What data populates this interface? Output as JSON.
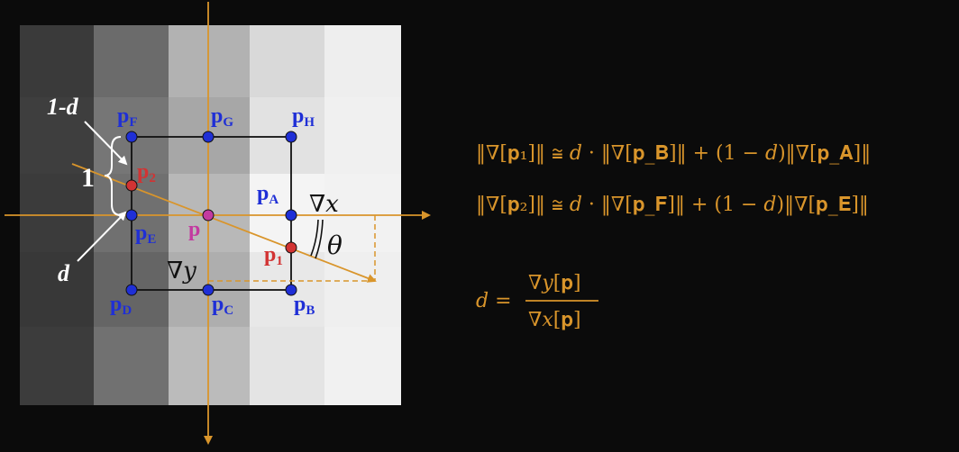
{
  "colors": {
    "accent": "#d9952b",
    "blue": "#1f2fd6",
    "red": "#d23333",
    "magenta": "#c33aa0"
  },
  "diagram": {
    "points": {
      "pF": {
        "base": "p",
        "sub": "F"
      },
      "pG": {
        "base": "p",
        "sub": "G"
      },
      "pH": {
        "base": "p",
        "sub": "H"
      },
      "pA": {
        "base": "p",
        "sub": "A"
      },
      "pE": {
        "base": "p",
        "sub": "E"
      },
      "pD": {
        "base": "p",
        "sub": "D"
      },
      "pC": {
        "base": "p",
        "sub": "C"
      },
      "pB": {
        "base": "p",
        "sub": "B"
      },
      "p1": {
        "base": "p",
        "sub": "1"
      },
      "p2": {
        "base": "p",
        "sub": "2"
      },
      "p": {
        "base": "p",
        "sub": ""
      }
    },
    "labels": {
      "one_minus_d": "1-d",
      "one": "1",
      "d": "d",
      "grad_x": "∇x",
      "grad_y": "∇y",
      "theta": "θ"
    }
  },
  "equations": {
    "eq1": "‖∇[𝐩₁]‖ ≅ 𝑑 · ‖∇[𝐩_𝐁]‖ + (1 − 𝑑)‖∇[𝐩_𝐀]‖",
    "eq2": "‖∇[𝐩₂]‖ ≅ 𝑑 · ‖∇[𝐩_𝐅]‖ + (1 − 𝑑)‖∇[𝐩_𝐄]‖",
    "eq3_lhs": "𝑑 =",
    "eq3_num": "∇𝑦[𝐩]",
    "eq3_den": "∇𝑥[𝐩]"
  }
}
